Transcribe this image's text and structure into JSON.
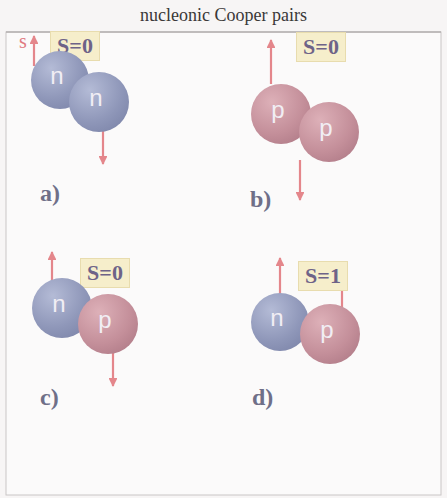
{
  "diagram": {
    "title": "nucleonic Cooper pairs",
    "nodes": [
      {
        "text": [
          "S=0"
        ]
      },
      {
        "text": [
          "n"
        ]
      },
      {
        "text": [
          "n"
        ]
      },
      {
        "text": [
          "S=0"
        ]
      },
      {
        "text": [
          "p"
        ]
      },
      {
        "text": [
          "p"
        ]
      },
      {
        "text": [
          "S=0"
        ]
      },
      {
        "text": [
          "n"
        ]
      },
      {
        "text": [
          "p"
        ]
      },
      {
        "text": [
          "S=1"
        ]
      },
      {
        "text": [
          "n"
        ]
      },
      {
        "text": [
          "p"
        ]
      }
    ],
    "labels": [
      "s",
      "a)",
      "b)",
      "c)",
      "d)"
    ]
  }
}
